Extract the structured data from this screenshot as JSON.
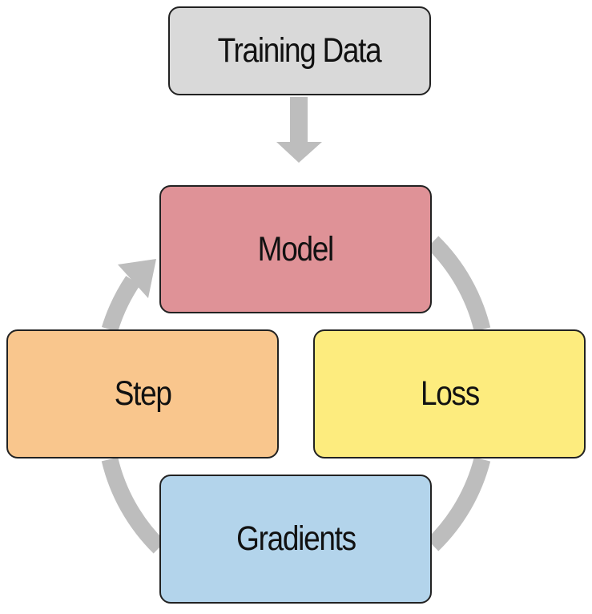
{
  "nodes": {
    "training_data": {
      "label": "Training Data",
      "color": "#d9d9d9"
    },
    "model": {
      "label": "Model",
      "color": "#df9297"
    },
    "step": {
      "label": "Step",
      "color": "#f9c68d"
    },
    "loss": {
      "label": "Loss",
      "color": "#fdec7e"
    },
    "gradients": {
      "label": "Gradients",
      "color": "#b3d4eb"
    }
  },
  "colors": {
    "arrow": "#bdbdbd",
    "border": "#222222",
    "text": "#111111"
  }
}
